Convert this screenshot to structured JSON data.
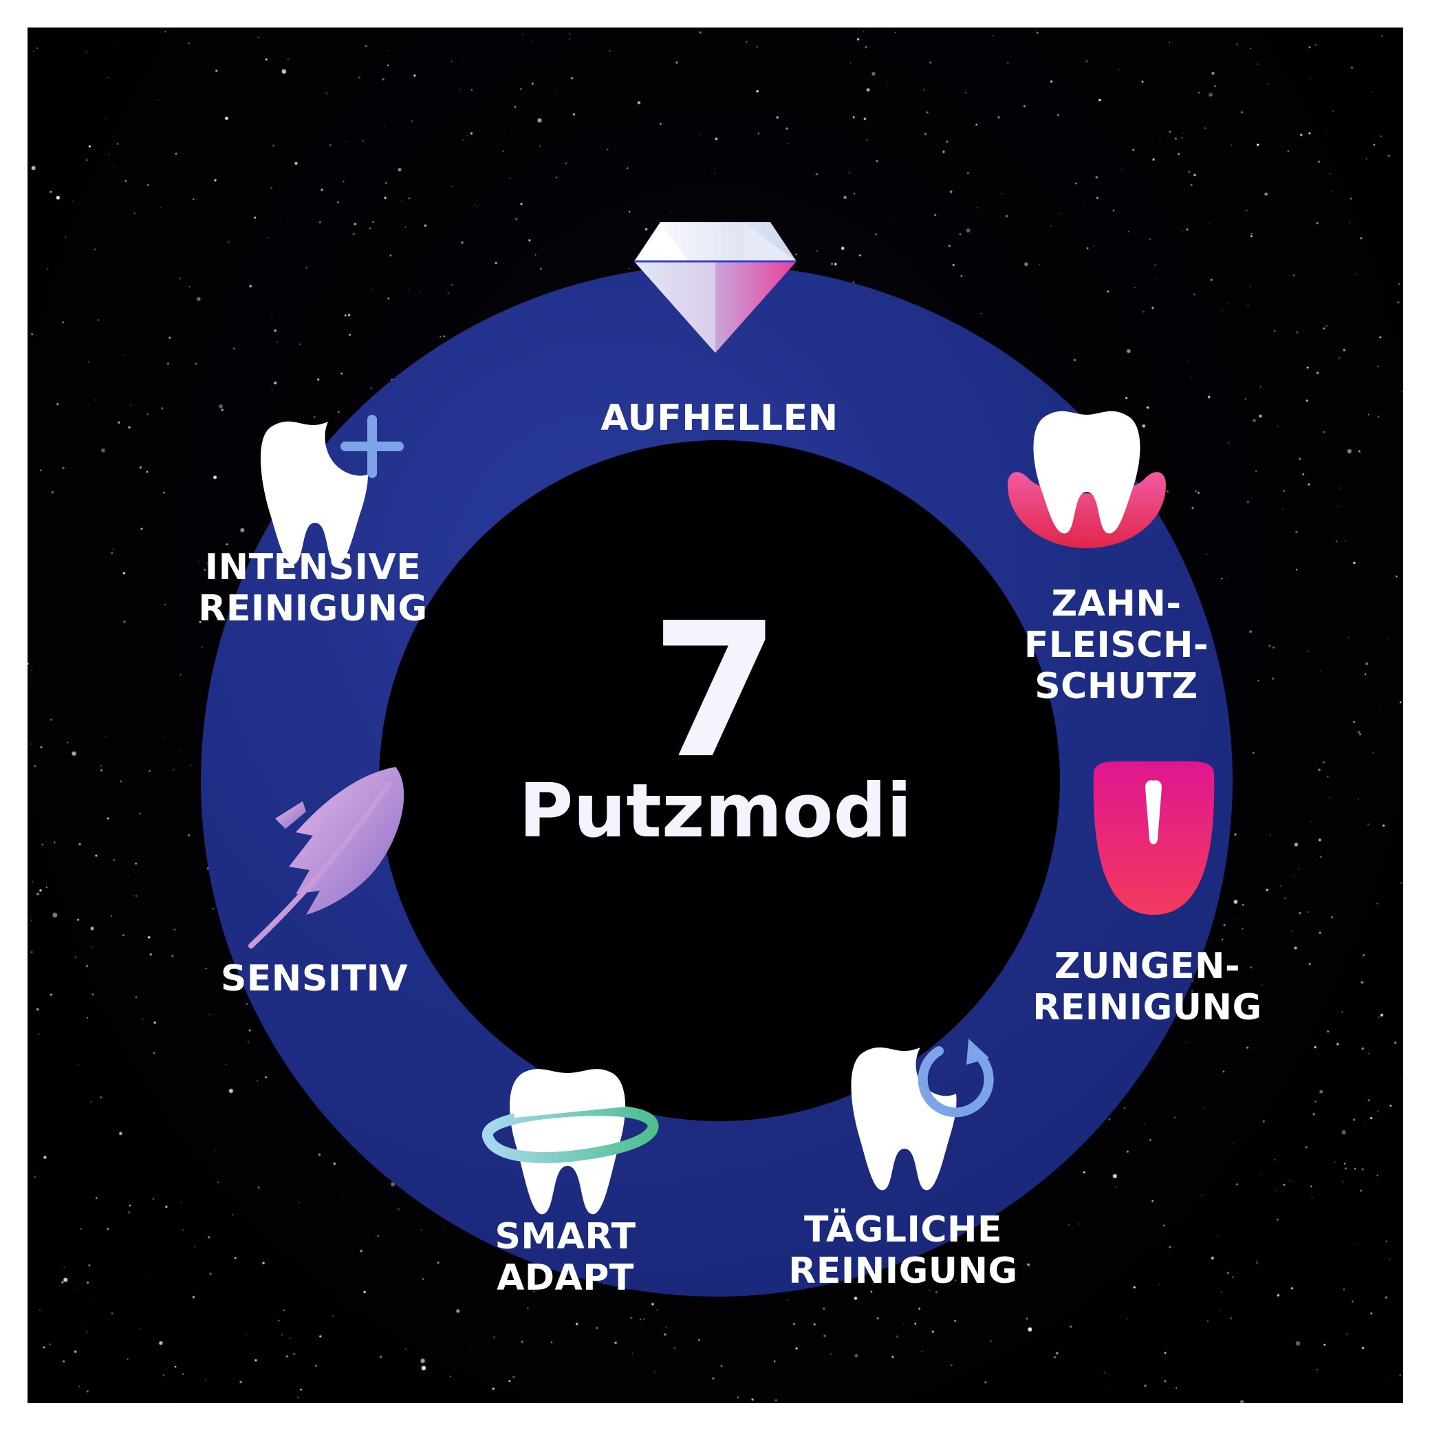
{
  "center": {
    "number": "7",
    "subtitle": "Putzmodi"
  },
  "modes": [
    {
      "lines": [
        "AUFHELLEN"
      ],
      "icon": "diamond-icon"
    },
    {
      "lines": [
        "ZAHN-",
        "FLEISCH-",
        "SCHUTZ"
      ],
      "icon": "tooth-gum-icon"
    },
    {
      "lines": [
        "ZUNGEN-",
        "REINIGUNG"
      ],
      "icon": "tongue-icon"
    },
    {
      "lines": [
        "TÄGLICHE",
        "REINIGUNG"
      ],
      "icon": "tooth-refresh-icon"
    },
    {
      "lines": [
        "SMART",
        "ADAPT"
      ],
      "icon": "tooth-orbit-icon"
    },
    {
      "lines": [
        "SENSITIV"
      ],
      "icon": "feather-icon"
    },
    {
      "lines": [
        "INTENSIVE",
        "REINIGUNG"
      ],
      "icon": "tooth-plus-icon"
    }
  ],
  "colors": {
    "background": "#000000",
    "ring": "#1f2e86",
    "text": "#ffffff",
    "pink": "#e8256e",
    "magenta": "#e0178a",
    "lavender": "#9b7fd4"
  }
}
